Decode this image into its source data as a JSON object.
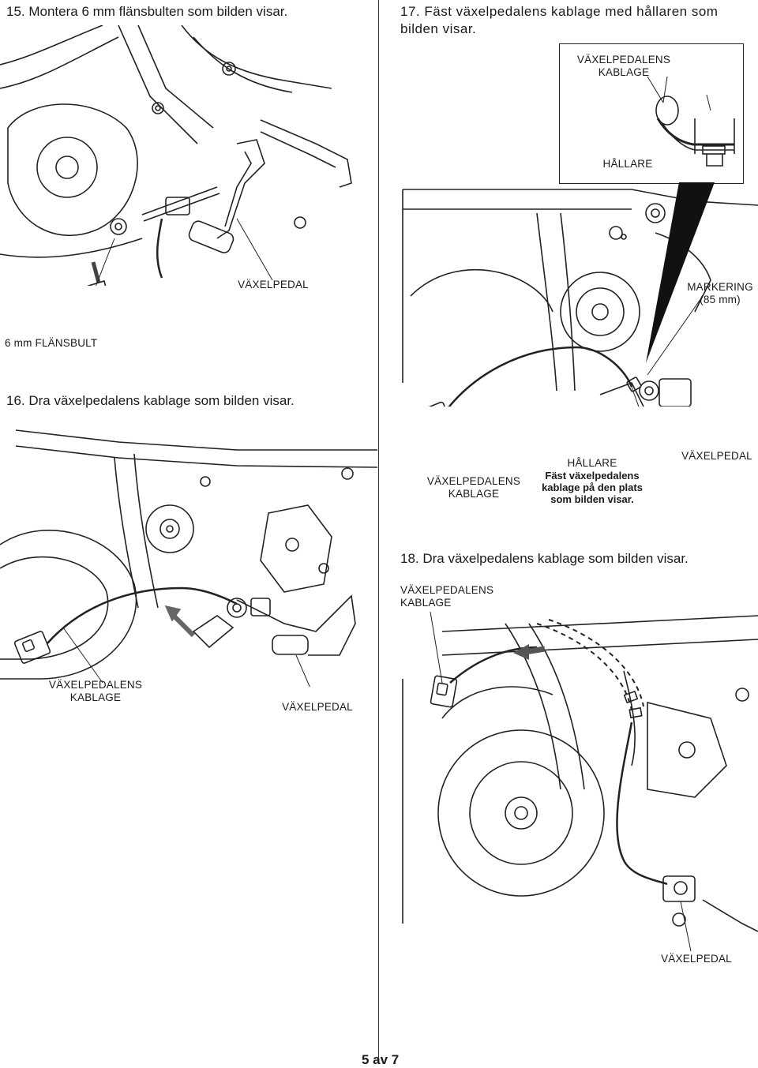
{
  "steps": {
    "s15": "15. Montera 6 mm flänsbulten som bilden visar.",
    "s16": "16. Dra växelpedalens kablage som bilden visar.",
    "s17_line1": "17. Fäst växelpedalens kablage med hållaren som",
    "s17_line2": "bilden visar.",
    "s18": "18. Dra växelpedalens kablage som bilden visar."
  },
  "fig15": {
    "pedal": "VÄXELPEDAL",
    "bolt": "6 mm FLÄNSBULT"
  },
  "fig16": {
    "harness_1": "VÄXELPEDALENS",
    "harness_2": "KABLAGE",
    "pedal": "VÄXELPEDAL"
  },
  "fig17": {
    "inset_harness_1": "VÄXELPEDALENS",
    "inset_harness_2": "KABLAGE",
    "inset_holder": "HÅLLARE",
    "marking_1": "MARKERING",
    "marking_2": "(85 mm)",
    "harness_1": "VÄXELPEDALENS",
    "harness_2": "KABLAGE",
    "holder": "HÅLLARE",
    "note_1": "Fäst växelpedalens",
    "note_2": "kablage på den plats",
    "note_3": "som bilden visar.",
    "pedal": "VÄXELPEDAL"
  },
  "fig18": {
    "harness_1": "VÄXELPEDALENS",
    "harness_2": "KABLAGE",
    "pedal": "VÄXELPEDAL"
  },
  "footer": {
    "page": "5 av 7"
  }
}
